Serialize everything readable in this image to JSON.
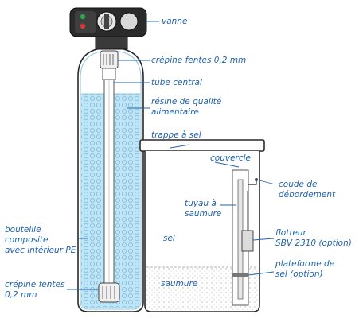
{
  "labels": {
    "vanne": "vanne",
    "crepine_top": "crépine fentes 0,2 mm",
    "tube_central": "tube central",
    "resine_line1": "résine de qualité",
    "resine_line2": "alimentaire",
    "trappe": "trappe à sel",
    "couvercle": "couvercle",
    "coude_line1": "coude de",
    "coude_line2": "débordement",
    "tuyau_line1": "tuyau à",
    "tuyau_line2": "saumure",
    "sel": "sel",
    "flotteur_line1": "flotteur",
    "flotteur_line2": "SBV 2310 (option)",
    "bouteille_line1": "bouteille",
    "bouteille_line2": "composite",
    "bouteille_line3": "avec intérieur PE",
    "plateforme_line1": "plateforme de",
    "plateforme_line2": "sel (option)",
    "saumure": "saumure",
    "crepine_bottom_line1": "crépine fentes",
    "crepine_bottom_line2": "0,2 mm"
  },
  "colors": {
    "label_text": "#1f63ae",
    "tank_fill": "#bfe6f7",
    "tank_outline": "#2a2a2a",
    "valve_body": "#2b2b2b",
    "brine_fill": "#f4f4f4",
    "indicator_green": "#2ea44f",
    "indicator_red": "#d63a3a"
  }
}
